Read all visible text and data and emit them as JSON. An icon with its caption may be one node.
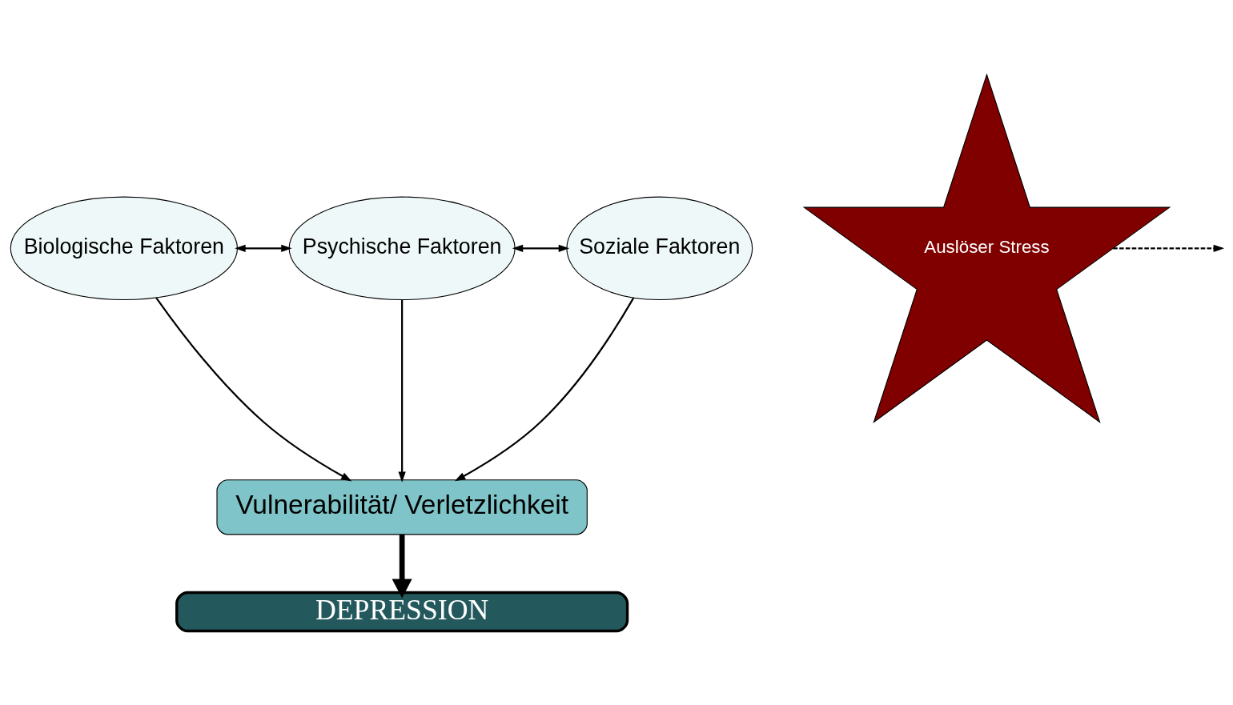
{
  "diagram": {
    "nodes": [
      {
        "text": [
          "Biologische Faktoren"
        ]
      },
      {
        "text": [
          "Psychische Faktoren"
        ]
      },
      {
        "text": [
          "Soziale Faktoren"
        ]
      },
      {
        "text": [
          "Vulnerabilität/ Verletzlichkeit"
        ]
      },
      {
        "text": [
          "DEPRESSION"
        ]
      },
      {
        "text": [
          "Auslöser Stress"
        ]
      }
    ],
    "edges": [
      {
        "from": 0,
        "to": 1,
        "arrow": "both"
      },
      {
        "from": 1,
        "to": 2,
        "arrow": "both"
      },
      {
        "from": 0,
        "to": 3,
        "arrow": "to"
      },
      {
        "from": 1,
        "to": 3,
        "arrow": "to"
      },
      {
        "from": 2,
        "to": 3,
        "arrow": "to"
      },
      {
        "from": 3,
        "to": 4,
        "arrow": "to",
        "style": "thick"
      },
      {
        "from": 5,
        "to": null,
        "arrow": "to",
        "style": "dashed"
      }
    ]
  }
}
